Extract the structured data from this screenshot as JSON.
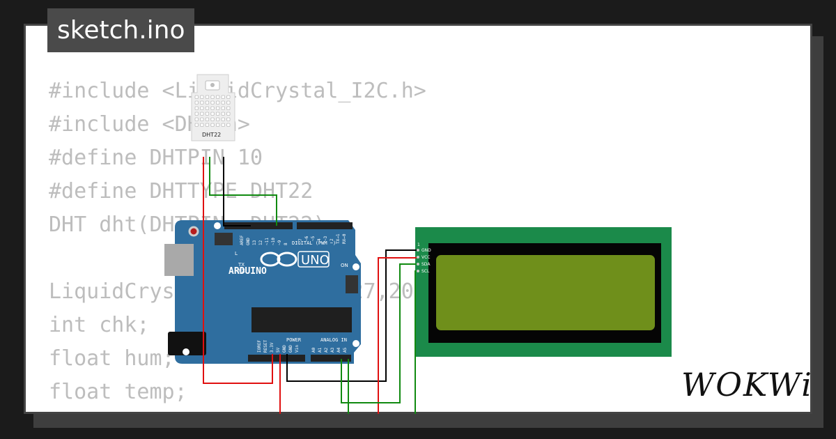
{
  "project": {
    "filename": "sketch.ino",
    "brand": "WOKWi"
  },
  "code": {
    "lines": [
      "#include <LiquidCrystal_I2C.h>",
      "#include <DHT.h>",
      "#define DHTPIN 10",
      "#define DHTTYPE DHT22",
      "DHT dht(DHTPIN, DHT22);",
      "",
      "LiquidCrystal_I2C lcd(0x27,20,4);",
      "int chk;",
      "float hum;",
      "float temp;"
    ]
  },
  "circuit": {
    "dht": {
      "label": "DHT22"
    },
    "arduino": {
      "logo": "UNO",
      "brand": "ARDUINO",
      "on_label": "ON",
      "l_label": "L",
      "tx_label": "TX",
      "rx_label": "RX",
      "digital_header": "DIGITAL (PWM ~)",
      "power_header": "POWER",
      "analog_header": "ANALOG IN",
      "digital_pins": [
        "AREF",
        "GND",
        "13",
        "12",
        "~11",
        "~10",
        "~9",
        "8",
        "7",
        "~6",
        "~5",
        "4",
        "~3",
        "2",
        "TX→1",
        "RX←0"
      ],
      "power_pins": [
        "IOREF",
        "RESET",
        "3.3V",
        "5V",
        "GND",
        "GND",
        "Vin"
      ],
      "analog_pins": [
        "A0",
        "A1",
        "A2",
        "A3",
        "A4",
        "A5"
      ]
    },
    "lcd": {
      "pin_index": "1",
      "pins": [
        "GND",
        "VCC",
        "SDA",
        "SCL"
      ]
    },
    "colors": {
      "board": "#2f6e9f",
      "lcd_pcb": "#1b8a4a",
      "lcd_screen": "#6f8f1b",
      "wire_red": "#e01010",
      "wire_green": "#108a10",
      "wire_black": "#000000"
    }
  }
}
